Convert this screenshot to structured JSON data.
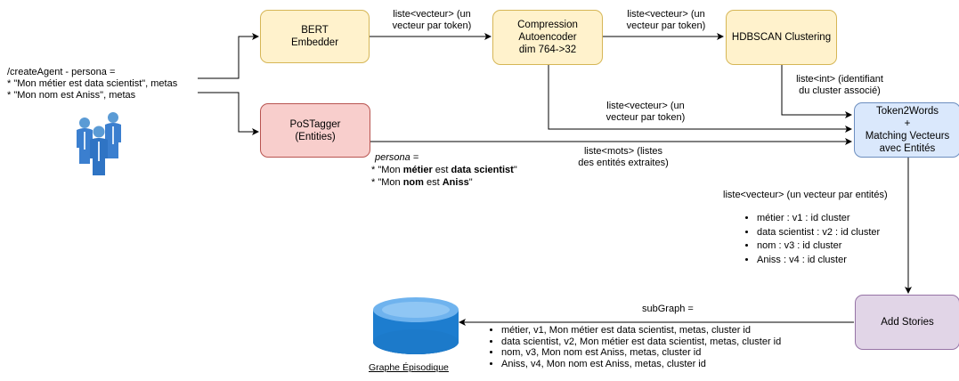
{
  "input": {
    "line1": "/createAgent - persona =",
    "line2": "* \"Mon métier est data scientist\", metas",
    "line3": "* \"Mon nom est Aniss\", metas",
    "icon": "users-icon"
  },
  "nodes": {
    "bert": "BERT\nEmbedder",
    "compression": "Compression\nAutoencoder\ndim 764->32",
    "hdbscan": "HDBSCAN Clustering",
    "postagger": "PoSTagger\n(Entities)",
    "token2words": "Token2Words\n+\nMatching Vecteurs\navec Entités",
    "addstories": "Add Stories"
  },
  "edges": {
    "bert_to_comp": "liste<vecteur> (un\nvecteur par token)",
    "comp_to_hdb": "liste<vecteur> (un\nvecteur par token)",
    "hdb_to_t2w": "liste<int> (identifiant\ndu cluster associé)",
    "comp_to_t2w": "liste<vecteur> (un\nvecteur par token)",
    "pos_to_t2w": "liste<mots> (listes\ndes entités extraites)",
    "t2w_to_add": "liste<vecteur> (un vecteur par entités)",
    "add_to_db": "subGraph ="
  },
  "persona": {
    "title": "persona =",
    "line1_a": "* \"Mon ",
    "line1_b": "métier",
    "line1_c": " est ",
    "line1_d": "data scientist",
    "line1_e": "\"",
    "line2_a": "* \"Mon ",
    "line2_b": "nom",
    "line2_c": " est ",
    "line2_d": "Aniss",
    "line2_e": "\""
  },
  "entity_vectors": [
    "métier : v1 : id cluster",
    "data scientist : v2 : id cluster",
    "nom : v3 : id cluster",
    "Aniss : v4 : id cluster"
  ],
  "subgraph_items": [
    "métier, v1, Mon métier est data scientist, metas, cluster id",
    "data scientist, v2, Mon métier est data scientist, metas, cluster id",
    "nom, v3, Mon nom est Aniss, metas, cluster id",
    "Aniss, v4, Mon nom est Aniss, metas, cluster id"
  ],
  "database": {
    "label": "Graphe Épisodique",
    "icon": "database-icon"
  },
  "colors": {
    "yellow_fill": "#fff2cc",
    "red_fill": "#f8cecc",
    "blue_fill": "#dae8fc",
    "purple_fill": "#e1d5e7",
    "db_blue": "#1a7fc9"
  }
}
